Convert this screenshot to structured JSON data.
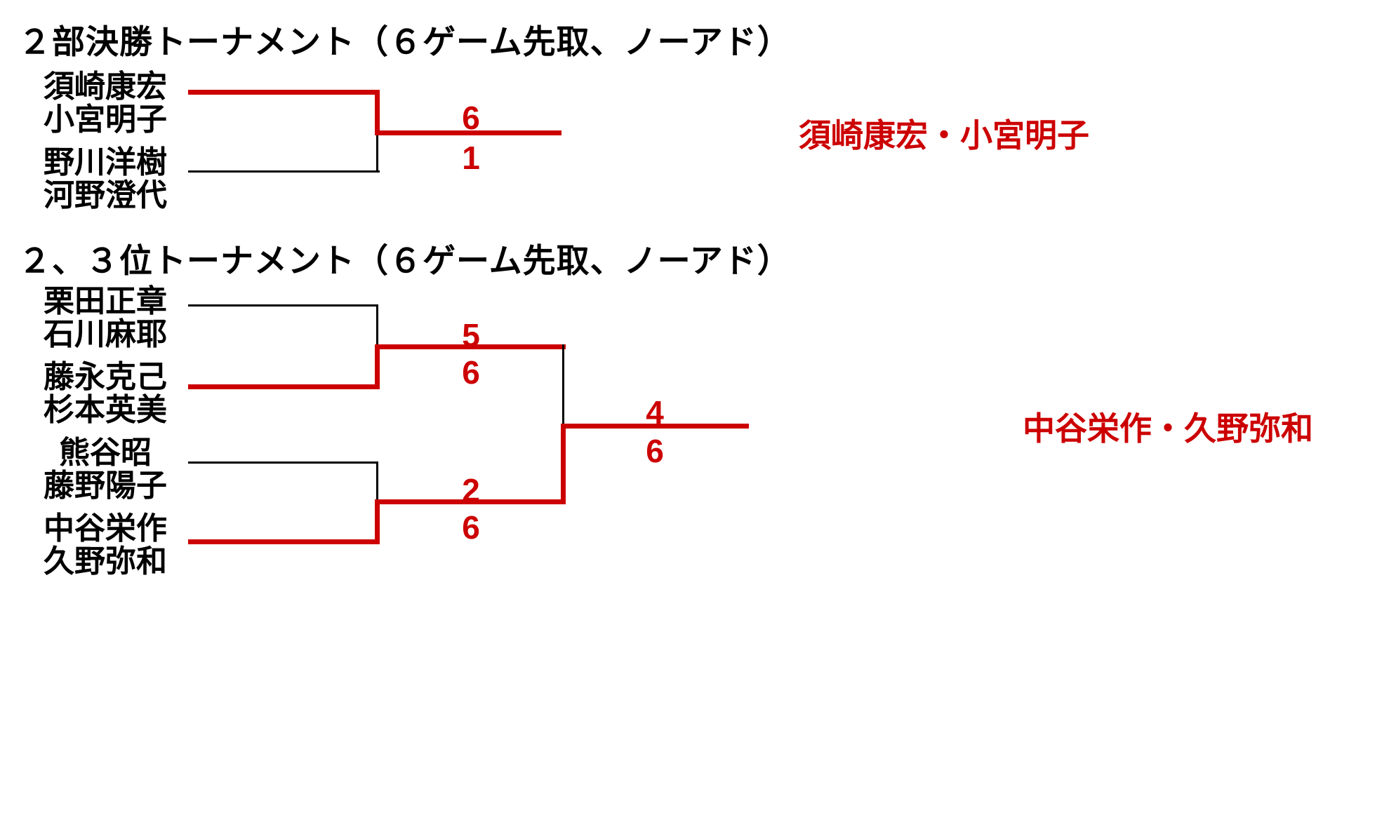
{
  "page": {
    "background": "#ffffff",
    "ink": "#000000",
    "accent": "#cc0000"
  },
  "sections": [
    {
      "id": "section-1",
      "heading": "２部決勝トーナメント（６ゲーム先取、ノーアド）",
      "matches": [
        {
          "id": "final-1",
          "top_score": "6",
          "bottom_score": "1"
        }
      ],
      "teams": [
        {
          "id": "team-1",
          "line1": "須崎康宏",
          "line2": "小宮明子",
          "result": "winner"
        },
        {
          "id": "team-2",
          "line1": "野川洋樹",
          "line2": "河野澄代",
          "result": "loser"
        }
      ],
      "winner_label": "須崎康宏・小宮明子"
    },
    {
      "id": "section-2",
      "heading": "２、３位トーナメント（６ゲーム先取、ノーアド）",
      "matches": [
        {
          "id": "semifinal-1",
          "top_score": "5",
          "bottom_score": "6"
        },
        {
          "id": "semifinal-2",
          "top_score": "2",
          "bottom_score": "6"
        },
        {
          "id": "final-2",
          "top_score": "4",
          "bottom_score": "6"
        }
      ],
      "teams": [
        {
          "id": "team-3",
          "line1": "栗田正章",
          "line2": "石川麻耶",
          "result": "loser"
        },
        {
          "id": "team-4",
          "line1": "藤永克己",
          "line2": "杉本英美",
          "result": "winner"
        },
        {
          "id": "team-5",
          "line1": "熊谷昭",
          "line2": "藤野陽子",
          "result": "loser"
        },
        {
          "id": "team-6",
          "line1": "中谷栄作",
          "line2": "久野弥和",
          "result": "winner"
        }
      ],
      "winner_label": "中谷栄作・久野弥和"
    }
  ]
}
